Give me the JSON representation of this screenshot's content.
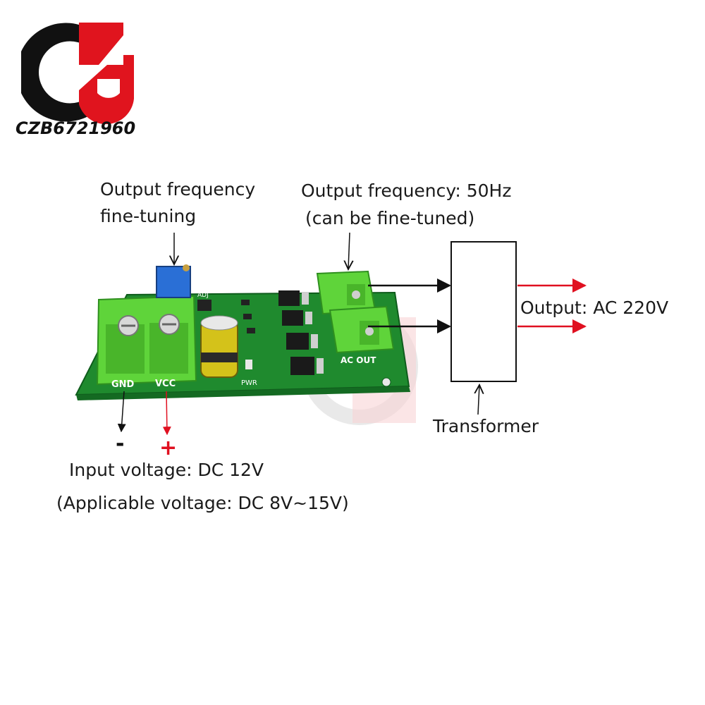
{
  "brand": {
    "logo_text": "CZB6721960",
    "logo_colors": {
      "dark": "#111111",
      "red": "#e0141e"
    }
  },
  "annotations": {
    "freq_tuning_line1": "Output frequency",
    "freq_tuning_line2": "fine-tuning",
    "out_freq_line1": "Output frequency: 50Hz",
    "out_freq_line2": "(can be fine-tuned)",
    "output_voltage": "Output: AC 220V",
    "transformer": "Transformer",
    "input_voltage": "Input voltage: DC 12V",
    "applicable_voltage": "(Applicable voltage: DC 8V~15V)",
    "minus_sign": "-",
    "plus_sign": "+"
  },
  "board": {
    "gnd_label": "GND",
    "vcc_label": "VCC",
    "pwr_label": "PWR",
    "ac_out_label": "AC OUT",
    "adj_label": "ADJ",
    "colors": {
      "pcb": "#1f8a2e",
      "terminal": "#5fd43a",
      "pot": "#2a6fd6"
    }
  },
  "arrow_colors": {
    "black": "#111111",
    "red": "#e01020"
  }
}
